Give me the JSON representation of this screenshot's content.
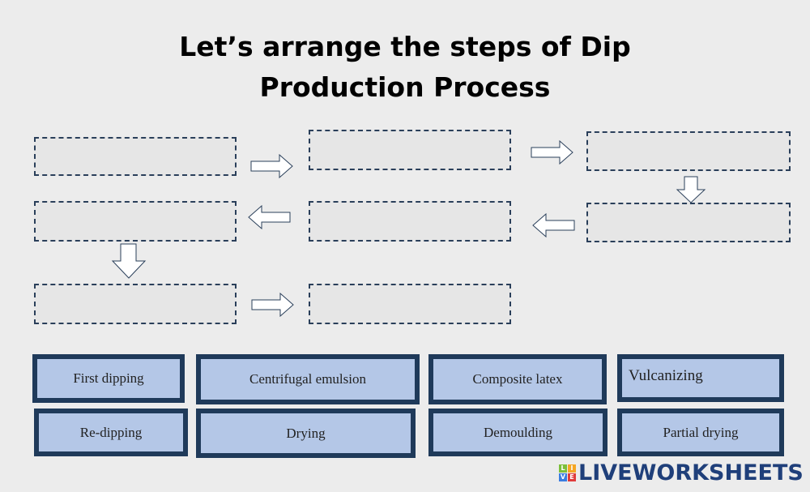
{
  "title": {
    "line1": "Let’s arrange the steps of Dip",
    "line2": "Production Process"
  },
  "tiles": [
    "First dipping",
    "Centrifugal emulsion",
    "Composite latex",
    "Vulcanizing",
    "Re-dipping",
    "Drying",
    "Demoulding",
    "Partial drying"
  ],
  "logo": {
    "text": "LIVEWORKSHEETS",
    "letters": [
      "L",
      "I",
      "V",
      "E"
    ]
  },
  "colors": {
    "tile_fill": "#b4c7e7",
    "tile_border": "#1f3a5a",
    "background": "#ececec"
  }
}
